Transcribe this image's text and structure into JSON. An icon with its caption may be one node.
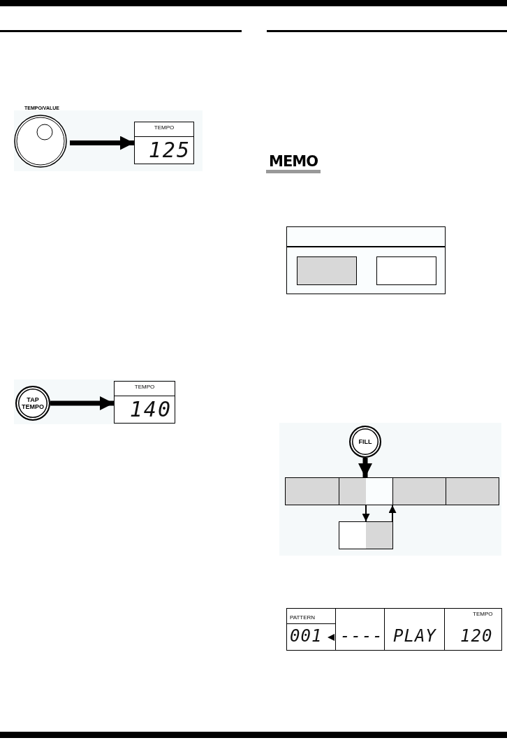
{
  "diagram": {
    "nodes": [
      {
        "text": [
          "TEMPO/VALUE"
        ]
      },
      {
        "text": [
          "TEMPO",
          "125"
        ]
      },
      {
        "text": [
          "TAP TEMPO"
        ]
      },
      {
        "text": [
          "TEMPO",
          "140"
        ]
      },
      {
        "text": [],
        "shape": "box"
      },
      {
        "text": [],
        "shape": "box",
        "in": 4
      },
      {
        "text": [],
        "shape": "box",
        "in": 4
      },
      {
        "text": [
          "FILL"
        ]
      },
      {
        "text": [],
        "shape": "box"
      },
      {
        "text": [],
        "shape": "box"
      },
      {
        "text": [],
        "shape": "box"
      },
      {
        "text": [],
        "shape": "box"
      },
      {
        "text": [],
        "shape": "box"
      }
    ],
    "edges": [
      {
        "from": 0,
        "to": 1,
        "arrow": "to"
      },
      {
        "from": 2,
        "to": 3,
        "arrow": "to"
      },
      {
        "from": 7,
        "to": 9,
        "arrow": "to"
      },
      {
        "from": 9,
        "to": 12,
        "arrow": "to"
      },
      {
        "from": 12,
        "to": 9,
        "arrow": "to"
      }
    ],
    "labels": [
      "MEMO",
      "PATTERN",
      "TEMPO",
      "001",
      "----",
      "PLAY",
      "120"
    ]
  }
}
